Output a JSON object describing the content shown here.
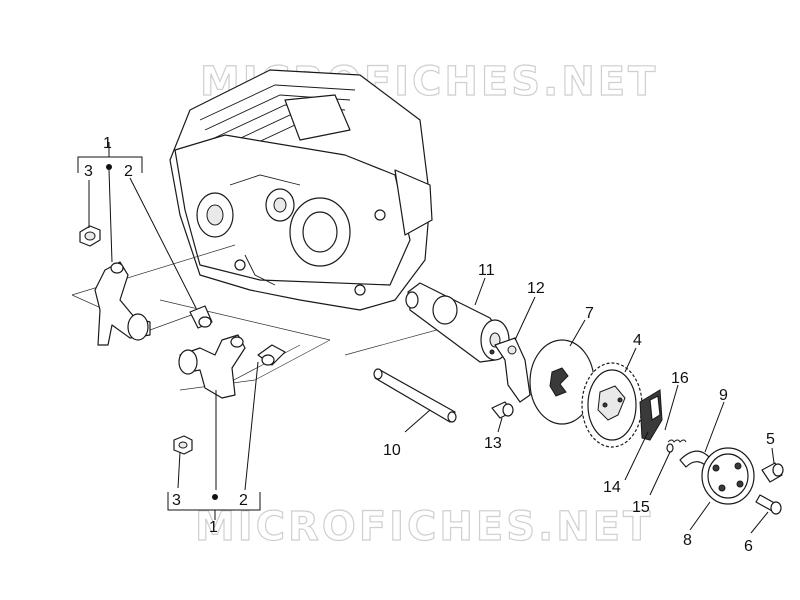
{
  "watermark": {
    "top_text": "MICROFICHES.NET",
    "bottom_text": "MICROFICHES.NET"
  },
  "callouts": {
    "group_top": {
      "n1": "1",
      "n2": "2",
      "n3": "3"
    },
    "group_bottom": {
      "n1": "1",
      "n2": "2",
      "n3": "3"
    },
    "p4": "4",
    "p5": "5",
    "p6": "6",
    "p7": "7",
    "p8": "8",
    "p9": "9",
    "p10": "10",
    "p11": "11",
    "p12": "12",
    "p13": "13",
    "p14": "14",
    "p15": "15",
    "p16": "16"
  }
}
